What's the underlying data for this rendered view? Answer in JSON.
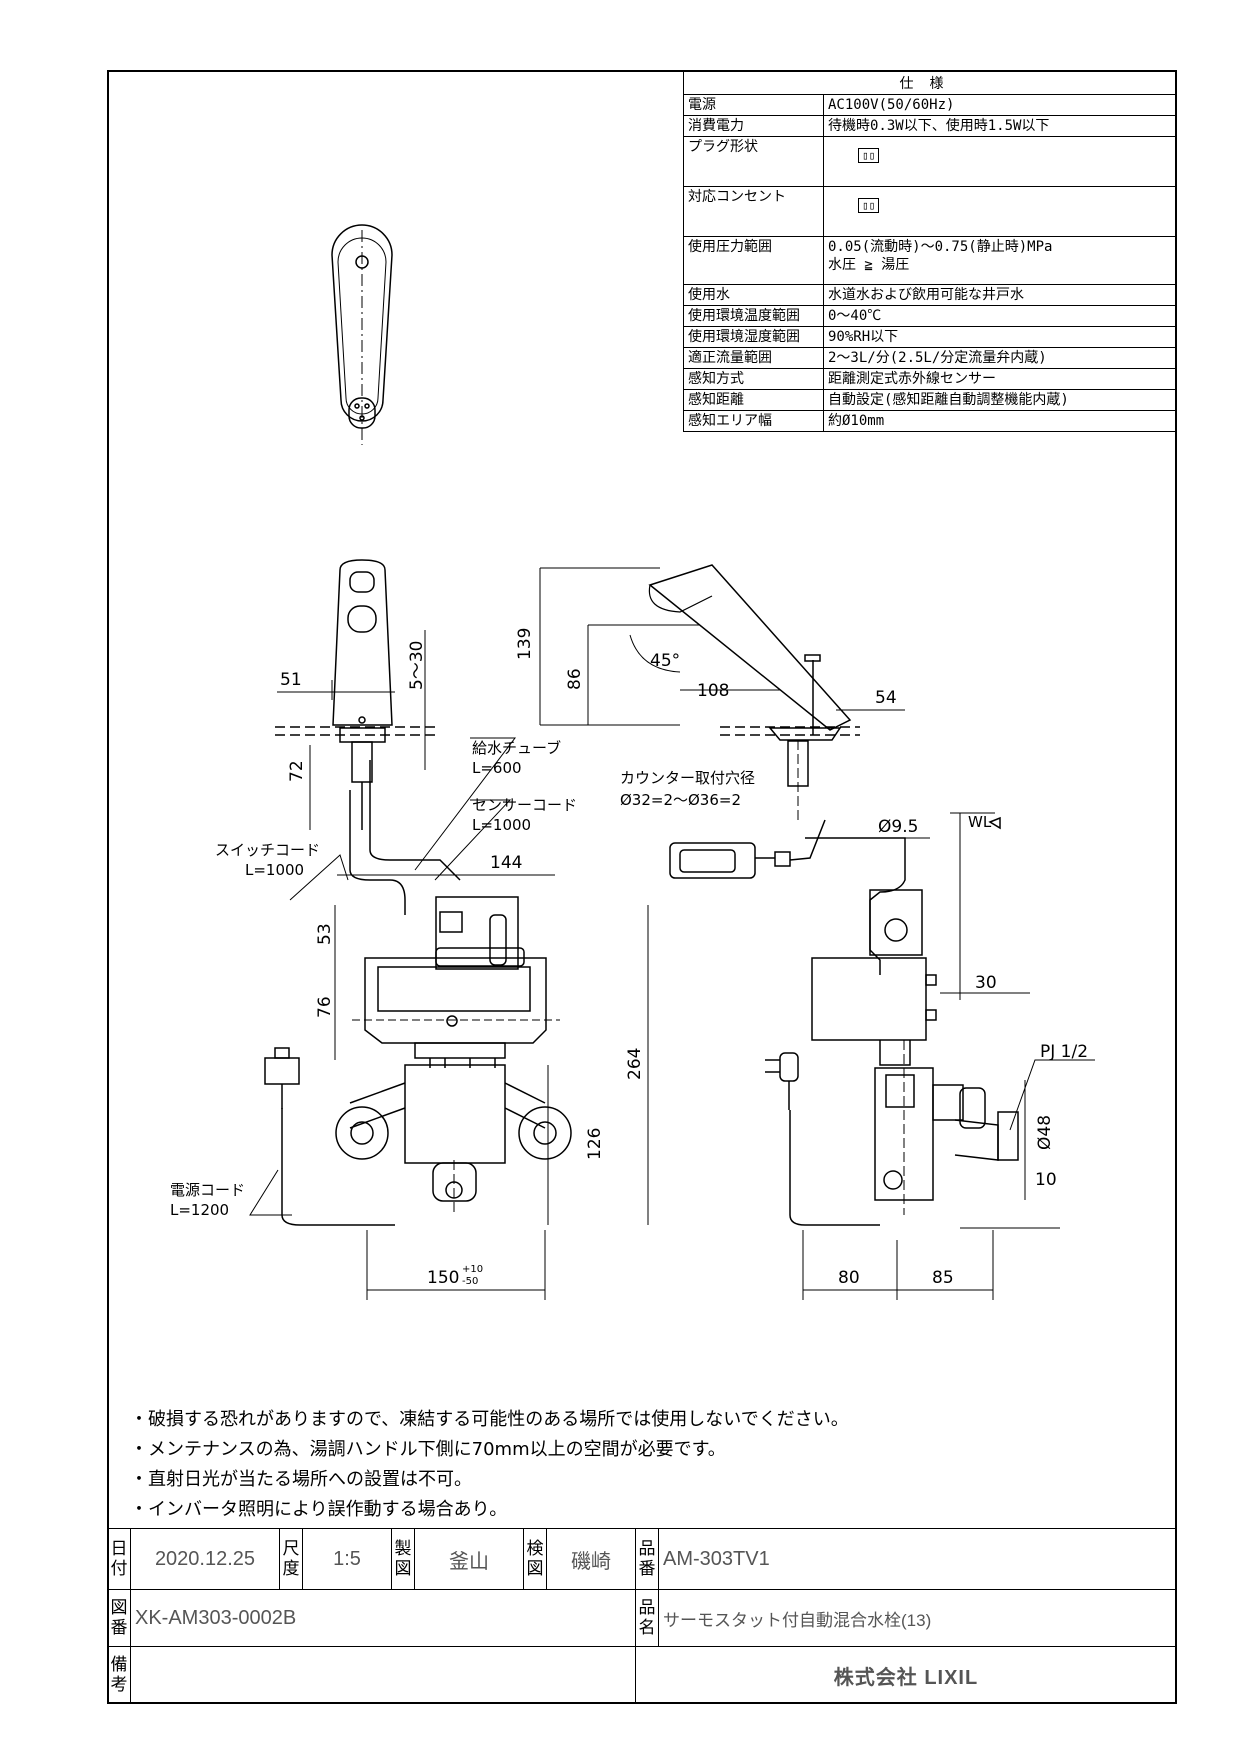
{
  "spec": {
    "header": "仕様",
    "rows": [
      {
        "k": "電源",
        "v": "AC100V(50/60Hz)"
      },
      {
        "k": "消費電力",
        "v": "待機時0.3W以下、使用時1.5W以下"
      },
      {
        "k": "プラグ形状",
        "v": ""
      },
      {
        "k": "対応コンセント",
        "v": ""
      },
      {
        "k": "使用圧力範囲",
        "v": "0.05(流動時)～0.75(静止時)MPa",
        "v2": "水圧 ≧ 湯圧"
      },
      {
        "k": "使用水",
        "v": "水道水および飲用可能な井戸水"
      },
      {
        "k": "使用環境温度範囲",
        "v": "0～40℃"
      },
      {
        "k": "使用環境湿度範囲",
        "v": "90%RH以下"
      },
      {
        "k": "適正流量範囲",
        "v": "2～3L/分(2.5L/分定流量弁内蔵)"
      },
      {
        "k": "感知方式",
        "v": "距離測定式赤外線センサー"
      },
      {
        "k": "感知距離",
        "v": "自動設定(感知距離自動調整機能内蔵)"
      },
      {
        "k": "感知エリア幅",
        "v": "約Ø10mm"
      }
    ]
  },
  "drawing": {
    "dims": {
      "d51": "51",
      "d5_30": "5～30",
      "d72": "72",
      "d53": "53",
      "d76": "76",
      "d144": "144",
      "d139": "139",
      "d86": "86",
      "d45": "45°",
      "d108": "108",
      "d54": "54",
      "d9_5": "Ø9.5",
      "d264": "264",
      "d126": "126",
      "d30": "30",
      "d10": "10",
      "d48": "Ø48",
      "d150": "150",
      "d150_tol_p": "+10",
      "d150_tol_m": "-50",
      "d80": "80",
      "d85": "85"
    },
    "labels": {
      "kyusui": "給水チューブ",
      "kyusui_l": "L=600",
      "sensor": "センサーコード",
      "sensor_l": "L=1000",
      "switch": "スイッチコード",
      "switch_l": "L=1000",
      "dengen": "電源コード",
      "dengen_l": "L=1200",
      "counter": "カウンター取付穴径",
      "counter_d": "Ø32=2～Ø36=2",
      "wl": "WL",
      "pj": "PJ 1/2"
    }
  },
  "notes": [
    "・破損する恐れがありますので、凍結する可能性のある場所では使用しないでください。",
    "・メンテナンスの為、湯調ハンドル下側に70mm以上の空間が必要です。",
    "・直射日光が当たる場所への設置は不可。",
    "・インバータ照明により誤作動する場合あり。"
  ],
  "titleblock": {
    "date_label": "日付",
    "date": "2020.12.25",
    "scale_label": "尺度",
    "scale": "1:5",
    "drawn_label": "製図",
    "drawn": "釜山",
    "checked_label": "検図",
    "checked": "磯崎",
    "prodno_label": "品番",
    "prodno": "AM-303TV1",
    "dwgno_label": "図番",
    "dwgno": "XK-AM303-0002B",
    "prodname_label": "品名",
    "prodname": "サーモスタット付自動混合水栓(13)",
    "remarks_label": "備考",
    "company": "株式会社 LIXIL"
  }
}
